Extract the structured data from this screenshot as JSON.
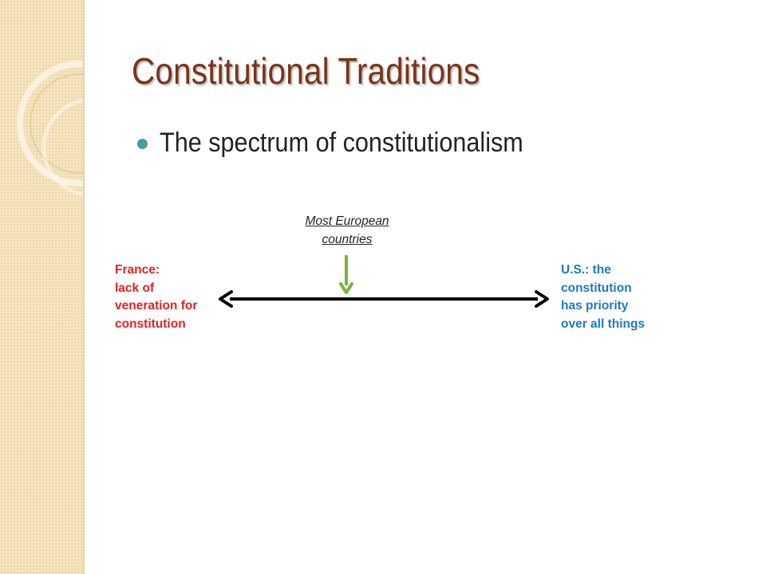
{
  "slide": {
    "title": "Constitutional Traditions",
    "bullet": "The spectrum of constitutionalism"
  },
  "diagram": {
    "top_label": [
      "Most European",
      "countries"
    ],
    "left_label": [
      "France:",
      "lack of",
      "veneration for",
      "constitution"
    ],
    "right_label": [
      "U.S.: the",
      "constitution",
      "has priority",
      "over all things"
    ]
  },
  "colors": {
    "title": "#7a3418",
    "bullet": "#4a9aa8",
    "left_label": "#e8201c",
    "right_label": "#1e78c8",
    "pointer_arrow": "#7ab442",
    "spectrum_arrow": "#000000",
    "side_band": "#f5e4bd"
  }
}
